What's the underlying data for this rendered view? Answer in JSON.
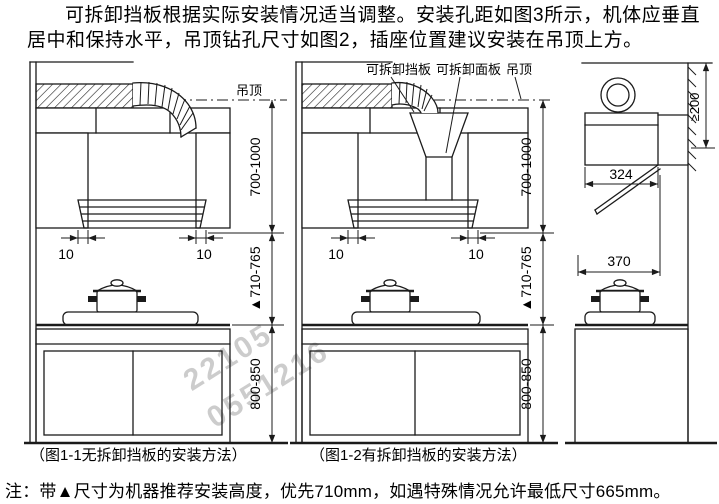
{
  "intro": {
    "line1": "可拆卸挡板根据实际安装情况适当调整。安装孔距如图3所示，机体应垂直",
    "line2": "居中和保持水平，吊顶钻孔尺寸如图2，插座位置建议安装在吊顶上方。"
  },
  "fig1_1": {
    "ceiling_label": "吊顶",
    "gap_left": "10",
    "gap_right": "10",
    "dim_ceiling_to_hood": "700-1000",
    "dim_hood_to_counter": "▲710-765",
    "dim_counter_to_floor": "800-850",
    "caption": "（图1-1无拆卸挡板的安装方法）"
  },
  "fig1_2": {
    "label_removable_baffle": "可拆卸挡板",
    "label_removable_panel": "可拆卸面板",
    "label_ceiling": "吊顶",
    "gap_left": "10",
    "gap_right": "10",
    "dim_ceiling_to_hood": "700-1000",
    "dim_hood_to_counter": "▲710-765",
    "dim_counter_to_floor": "800-850",
    "caption": "（图1-2有拆卸挡板的安装方法）"
  },
  "side_view": {
    "dim_ceiling_clearance": "≥200",
    "dim_depth_top": "324",
    "dim_depth_bottom": "370"
  },
  "watermark": {
    "line1": "22105",
    "line2": "0551216"
  },
  "note": "注：带▲尺寸为机器推荐安装高度，优先710mm，如遇特殊情况允许最低尺寸665mm。"
}
